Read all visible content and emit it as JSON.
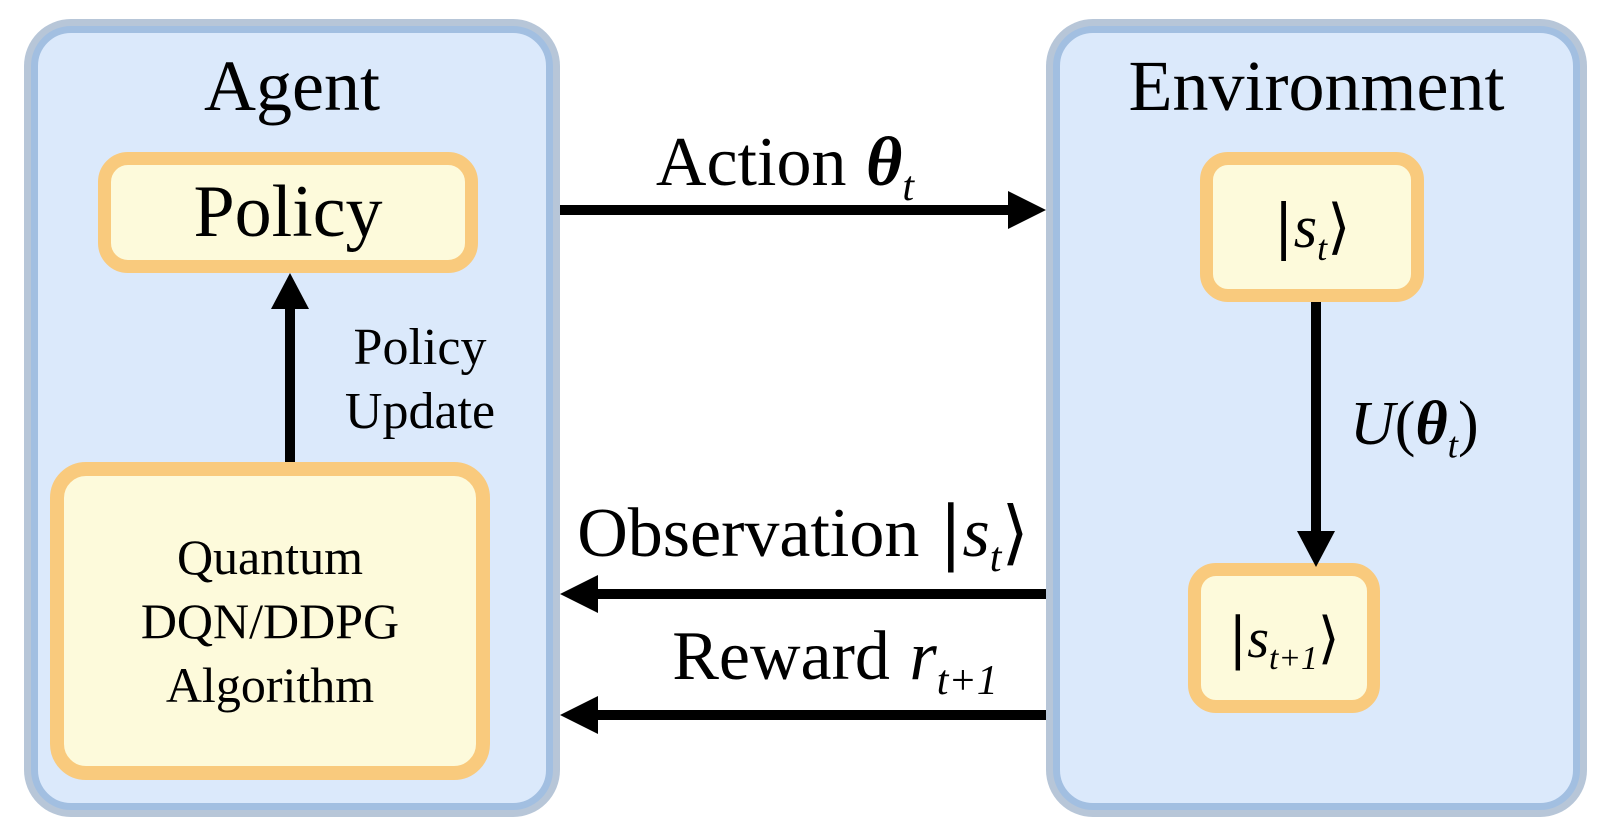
{
  "agent": {
    "title": "Agent",
    "policy_label": "Policy",
    "algorithm_lines": [
      "Quantum",
      "DQN/DDPG",
      "Algorithm"
    ],
    "policy_update": {
      "line1": "Policy",
      "line2": "Update"
    }
  },
  "environment": {
    "title": "Environment",
    "state_t": {
      "ket_open": "|",
      "state": "s",
      "sub": "t",
      "ket_close": "⟩"
    },
    "state_t_plus_1": {
      "ket_open": "|",
      "state": "s",
      "sub": "t+1",
      "ket_close": "⟩"
    },
    "unitary": {
      "func": "U",
      "paren_open": "(",
      "theta": "θ",
      "sub": "t",
      "paren_close": ")"
    }
  },
  "messages": {
    "action": {
      "text": "Action",
      "theta": "θ",
      "sub": "t"
    },
    "observation": {
      "text": "Observation",
      "ket_open": "|",
      "state": "s",
      "sub": "t",
      "ket_close": "⟩"
    },
    "reward": {
      "text": "Reward",
      "var": "r",
      "sub": "t+1"
    }
  },
  "colors": {
    "panel_fill": "#dbe9fb",
    "panel_border_inner": "#a2bfe1",
    "panel_border_outer": "#b7c6d8",
    "node_fill": "#fdfadb",
    "node_border": "#f9ca7d",
    "arrow": "#000000"
  }
}
